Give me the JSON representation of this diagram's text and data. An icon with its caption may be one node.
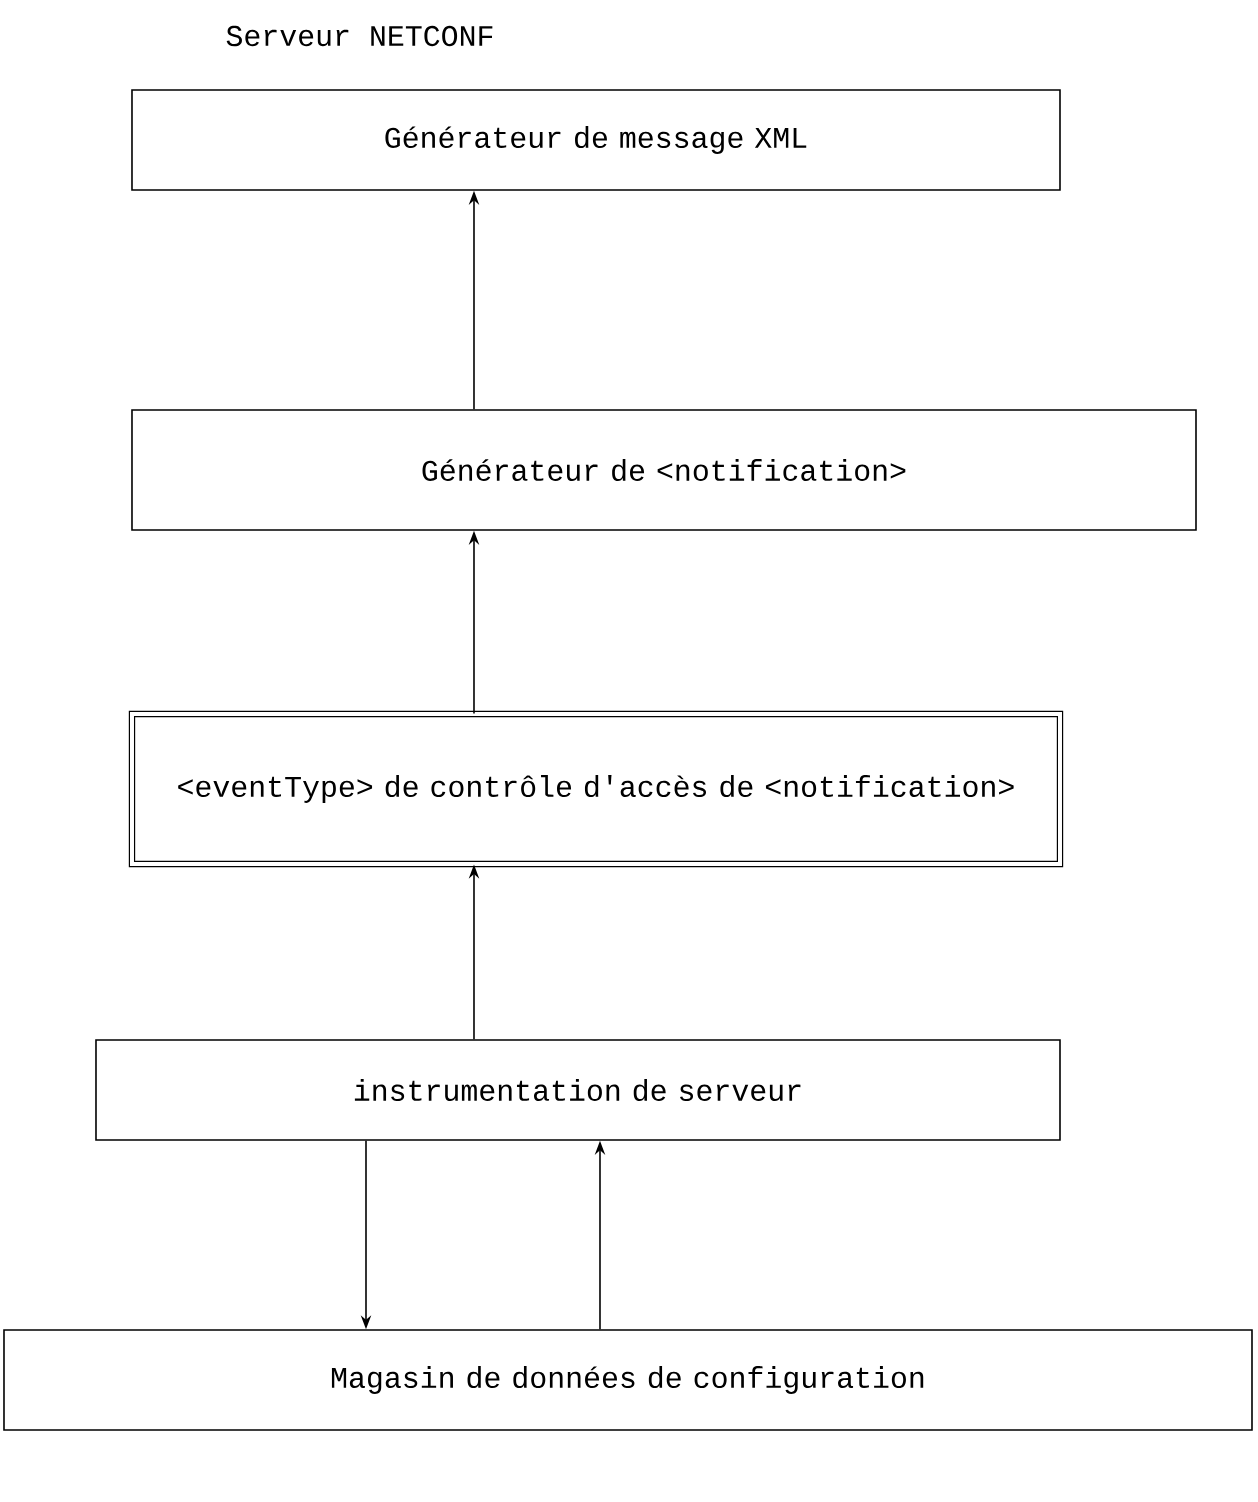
{
  "diagram": {
    "title": "Serveur NETCONF",
    "nodes": [
      {
        "text": [
          "Générateur de message XML"
        ]
      },
      {
        "text": [
          "Générateur de <notification>"
        ]
      },
      {
        "text": [
          "<eventType> de contrôle d'accès de <notification>"
        ]
      },
      {
        "text": [
          "instrumentation de serveur"
        ]
      },
      {
        "text": [
          "Magasin de données de configuration"
        ]
      }
    ],
    "edges": [
      {
        "from": 1,
        "to": 0,
        "arrow": "to"
      },
      {
        "from": 2,
        "to": 1,
        "arrow": "to"
      },
      {
        "from": 3,
        "to": 2,
        "arrow": "to"
      },
      {
        "from": 3,
        "to": 4,
        "arrow": "to"
      },
      {
        "from": 4,
        "to": 3,
        "arrow": "to"
      }
    ]
  }
}
